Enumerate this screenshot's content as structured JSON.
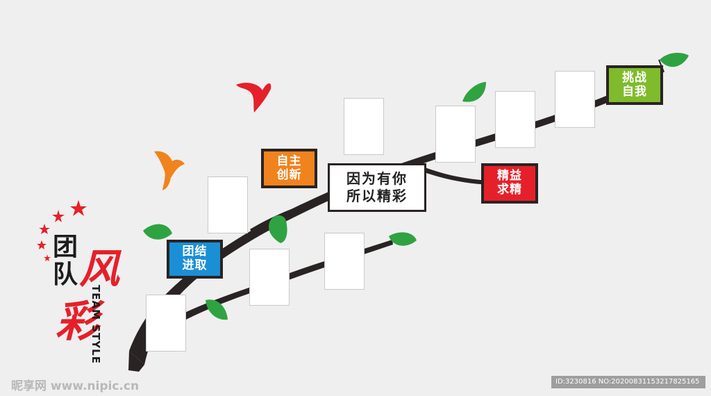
{
  "main_slogan": {
    "line1": "因为有你",
    "line2": "所以精彩"
  },
  "tags": [
    {
      "line1": "团结",
      "line2": "进取",
      "color": "#1b8fd6"
    },
    {
      "line1": "自主",
      "line2": "创新",
      "color": "#f0831d"
    },
    {
      "line1": "精益",
      "line2": "求精",
      "color": "#e5202a"
    },
    {
      "line1": "挑战",
      "line2": "自我",
      "color": "#7fbb2c"
    }
  ],
  "title": {
    "char1": "团",
    "char2": "队",
    "char3": "风",
    "char4": "彩",
    "english": "TEAM STYLE"
  },
  "colors": {
    "branch": "#2a2323",
    "leaf": "#2fa341",
    "bird_red": "#e5202a",
    "bird_orange": "#f0831d",
    "star": "#e5202a"
  },
  "watermark": {
    "left": "昵享网 www.nipic.cn",
    "right": "ID:3230816 NO:20200831153217825165"
  }
}
